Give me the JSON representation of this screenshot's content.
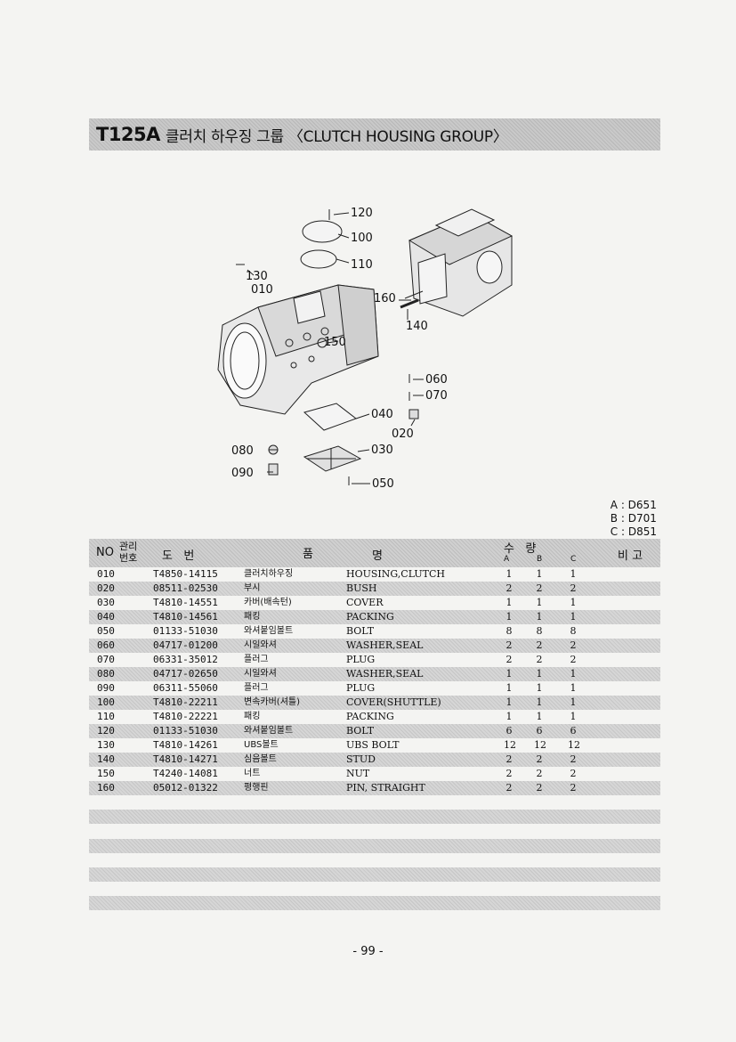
{
  "header": {
    "code": "T125A",
    "title": "클러치 하우징 그룹 〈CLUTCH HOUSING GROUP〉"
  },
  "diagram": {
    "callouts": [
      "120",
      "100",
      "110",
      "130",
      "010",
      "160",
      "140",
      "150",
      "060",
      "070",
      "040",
      "020",
      "080",
      "030",
      "090",
      "050"
    ]
  },
  "models": [
    "A : D651",
    "B : D701",
    "C : D851"
  ],
  "table": {
    "headers": {
      "no": "NO",
      "mgmt": "관리 번호",
      "part": "도   번",
      "name_kr": "품",
      "name_en": "명",
      "qty": "수   량",
      "a": "A",
      "b": "B",
      "c": "C",
      "remarks": "비 고"
    },
    "rows": [
      {
        "no": "010",
        "part": "T4850-14115",
        "kr": "클러치하우징",
        "en": "HOUSING,CLUTCH",
        "a": "1",
        "b": "1",
        "c": "1"
      },
      {
        "no": "020",
        "part": "08511-02530",
        "kr": "부시",
        "en": "BUSH",
        "a": "2",
        "b": "2",
        "c": "2"
      },
      {
        "no": "030",
        "part": "T4810-14551",
        "kr": "카버(배속턴)",
        "en": "COVER",
        "a": "1",
        "b": "1",
        "c": "1"
      },
      {
        "no": "040",
        "part": "T4810-14561",
        "kr": "패킹",
        "en": "PACKING",
        "a": "1",
        "b": "1",
        "c": "1"
      },
      {
        "no": "050",
        "part": "01133-51030",
        "kr": "와셔붙임볼트",
        "en": "BOLT",
        "a": "8",
        "b": "8",
        "c": "8"
      },
      {
        "no": "060",
        "part": "04717-01200",
        "kr": "시일와셔",
        "en": "WASHER,SEAL",
        "a": "2",
        "b": "2",
        "c": "2"
      },
      {
        "no": "070",
        "part": "06331-35012",
        "kr": "플러그",
        "en": "PLUG",
        "a": "2",
        "b": "2",
        "c": "2"
      },
      {
        "no": "080",
        "part": "04717-02650",
        "kr": "시일와셔",
        "en": "WASHER,SEAL",
        "a": "1",
        "b": "1",
        "c": "1"
      },
      {
        "no": "090",
        "part": "06311-55060",
        "kr": "플러그",
        "en": "PLUG",
        "a": "1",
        "b": "1",
        "c": "1"
      },
      {
        "no": "100",
        "part": "T4810-22211",
        "kr": "변속카버(셔틀)",
        "en": "COVER(SHUTTLE)",
        "a": "1",
        "b": "1",
        "c": "1"
      },
      {
        "no": "110",
        "part": "T4810-22221",
        "kr": "패킹",
        "en": "PACKING",
        "a": "1",
        "b": "1",
        "c": "1"
      },
      {
        "no": "120",
        "part": "01133-51030",
        "kr": "와셔붙임볼트",
        "en": "BOLT",
        "a": "6",
        "b": "6",
        "c": "6"
      },
      {
        "no": "130",
        "part": "T4810-14261",
        "kr": "UBS볼트",
        "en": "UBS BOLT",
        "a": "12",
        "b": "12",
        "c": "12"
      },
      {
        "no": "140",
        "part": "T4810-14271",
        "kr": "심음볼트",
        "en": "STUD",
        "a": "2",
        "b": "2",
        "c": "2"
      },
      {
        "no": "150",
        "part": "T4240-14081",
        "kr": "너트",
        "en": "NUT",
        "a": "2",
        "b": "2",
        "c": "2"
      },
      {
        "no": "160",
        "part": "05012-01322",
        "kr": "평행핀",
        "en": "PIN, STRAIGHT",
        "a": "2",
        "b": "2",
        "c": "2"
      }
    ]
  },
  "page_number": "- 99 -"
}
